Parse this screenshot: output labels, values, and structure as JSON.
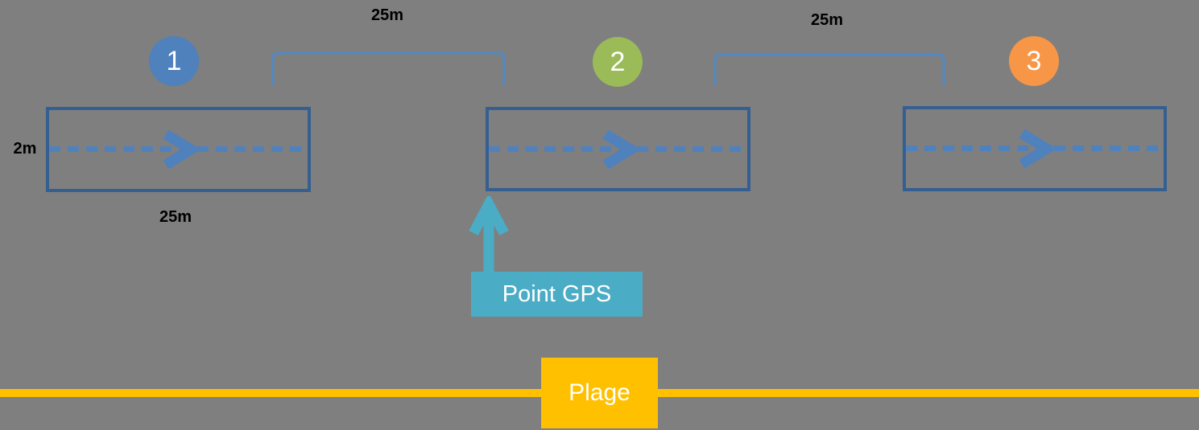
{
  "markers": [
    {
      "number": "1",
      "color": "#4F81BD"
    },
    {
      "number": "2",
      "color": "#9BBB59"
    },
    {
      "number": "3",
      "color": "#F79646"
    }
  ],
  "dimensions": {
    "lane_spacing_1": "25m",
    "lane_spacing_2": "25m",
    "lane_width": "2m",
    "lane_length": "25m"
  },
  "gps": {
    "label": "Point GPS",
    "color": "#4BACC6"
  },
  "beach": {
    "label": "Plage",
    "color": "#FFC000"
  },
  "colors": {
    "background": "#7F7F7F",
    "lane_border": "#365F91",
    "lane_centerline": "#4F81BD",
    "bracket": "#5089C6",
    "dimension_text": "#000000",
    "marker_text": "#FFFFFF"
  }
}
